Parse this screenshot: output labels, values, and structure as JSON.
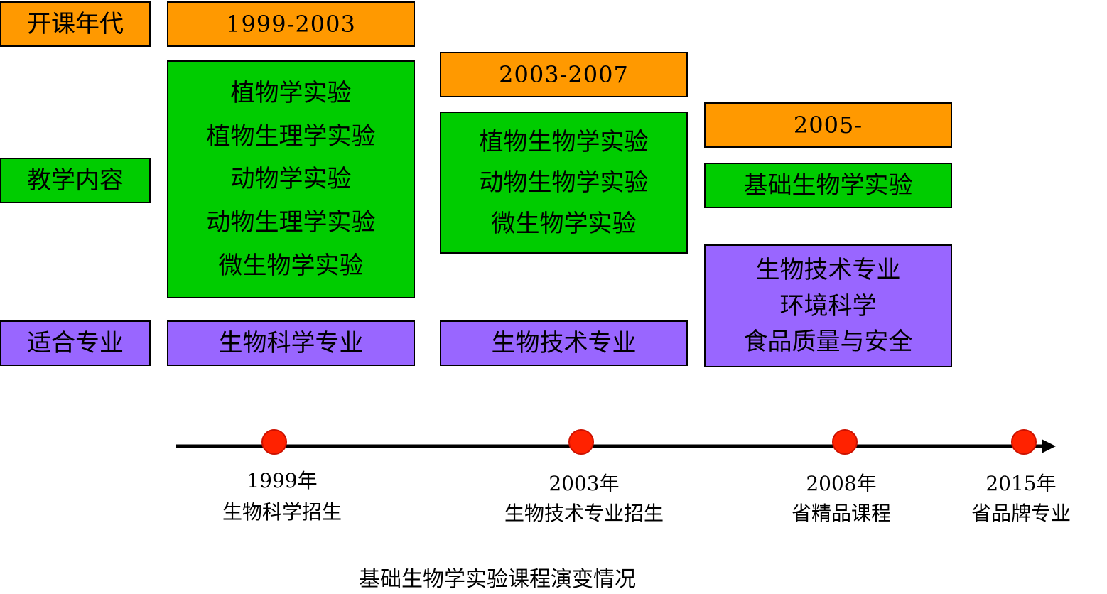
{
  "row_labels": {
    "period": "开课年代",
    "content": "教学内容",
    "majors": "适合专业"
  },
  "columns": [
    {
      "period": "1999-2003",
      "content": [
        "植物学实验",
        "植物生理学实验",
        "动物学实验",
        "动物生理学实验",
        "微生物学实验"
      ],
      "majors": [
        "生物科学专业"
      ]
    },
    {
      "period": "2003-2007",
      "content": [
        "植物生物学实验",
        "动物生物学实验",
        "微生物学实验"
      ],
      "majors": [
        "生物技术专业"
      ]
    },
    {
      "period": "2005-",
      "content": [
        "基础生物学实验"
      ],
      "majors": [
        "生物技术专业",
        "环境科学",
        "食品质量与安全"
      ]
    }
  ],
  "timeline": {
    "events": [
      {
        "year": "1999年",
        "desc": "生物科学招生"
      },
      {
        "year": "2003年",
        "desc": "生物技术专业招生"
      },
      {
        "year": "2008年",
        "desc": "省精品课程"
      },
      {
        "year": "2015年",
        "desc": "省品牌专业"
      }
    ],
    "colors": {
      "line": "#000000",
      "marker": "#ff2200"
    }
  },
  "caption": "基础生物学实验课程演变情况",
  "colors": {
    "period": "#ff9900",
    "content": "#00cc00",
    "majors": "#9966ff"
  }
}
